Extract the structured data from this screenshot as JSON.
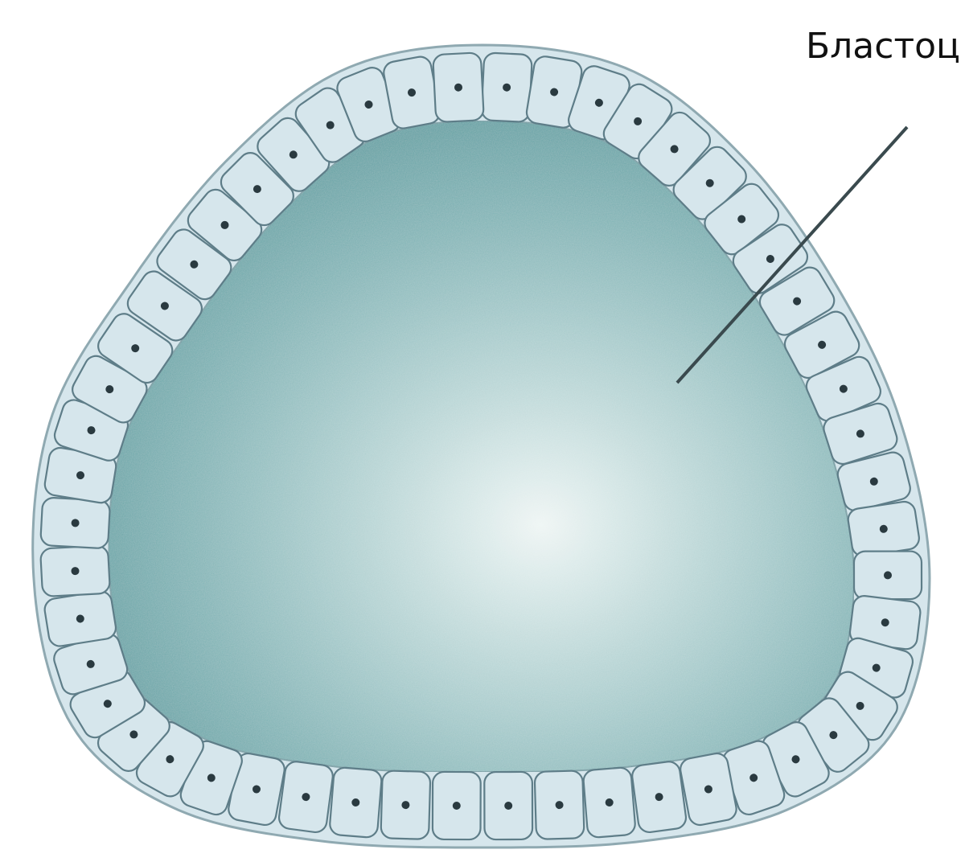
{
  "labels": {
    "blastocoel": "Бластоц"
  },
  "colors": {
    "cavity_dark": "#5f9fa2",
    "cavity_light": "#e8f2f1",
    "cell_fill": "#d6e6ec",
    "cell_border": "#5e7d88",
    "nucleus": "#2a3a40",
    "pointer_line": "#3a4a4e"
  },
  "diagram": {
    "type": "blastula cross-section",
    "cell_count": 52
  }
}
